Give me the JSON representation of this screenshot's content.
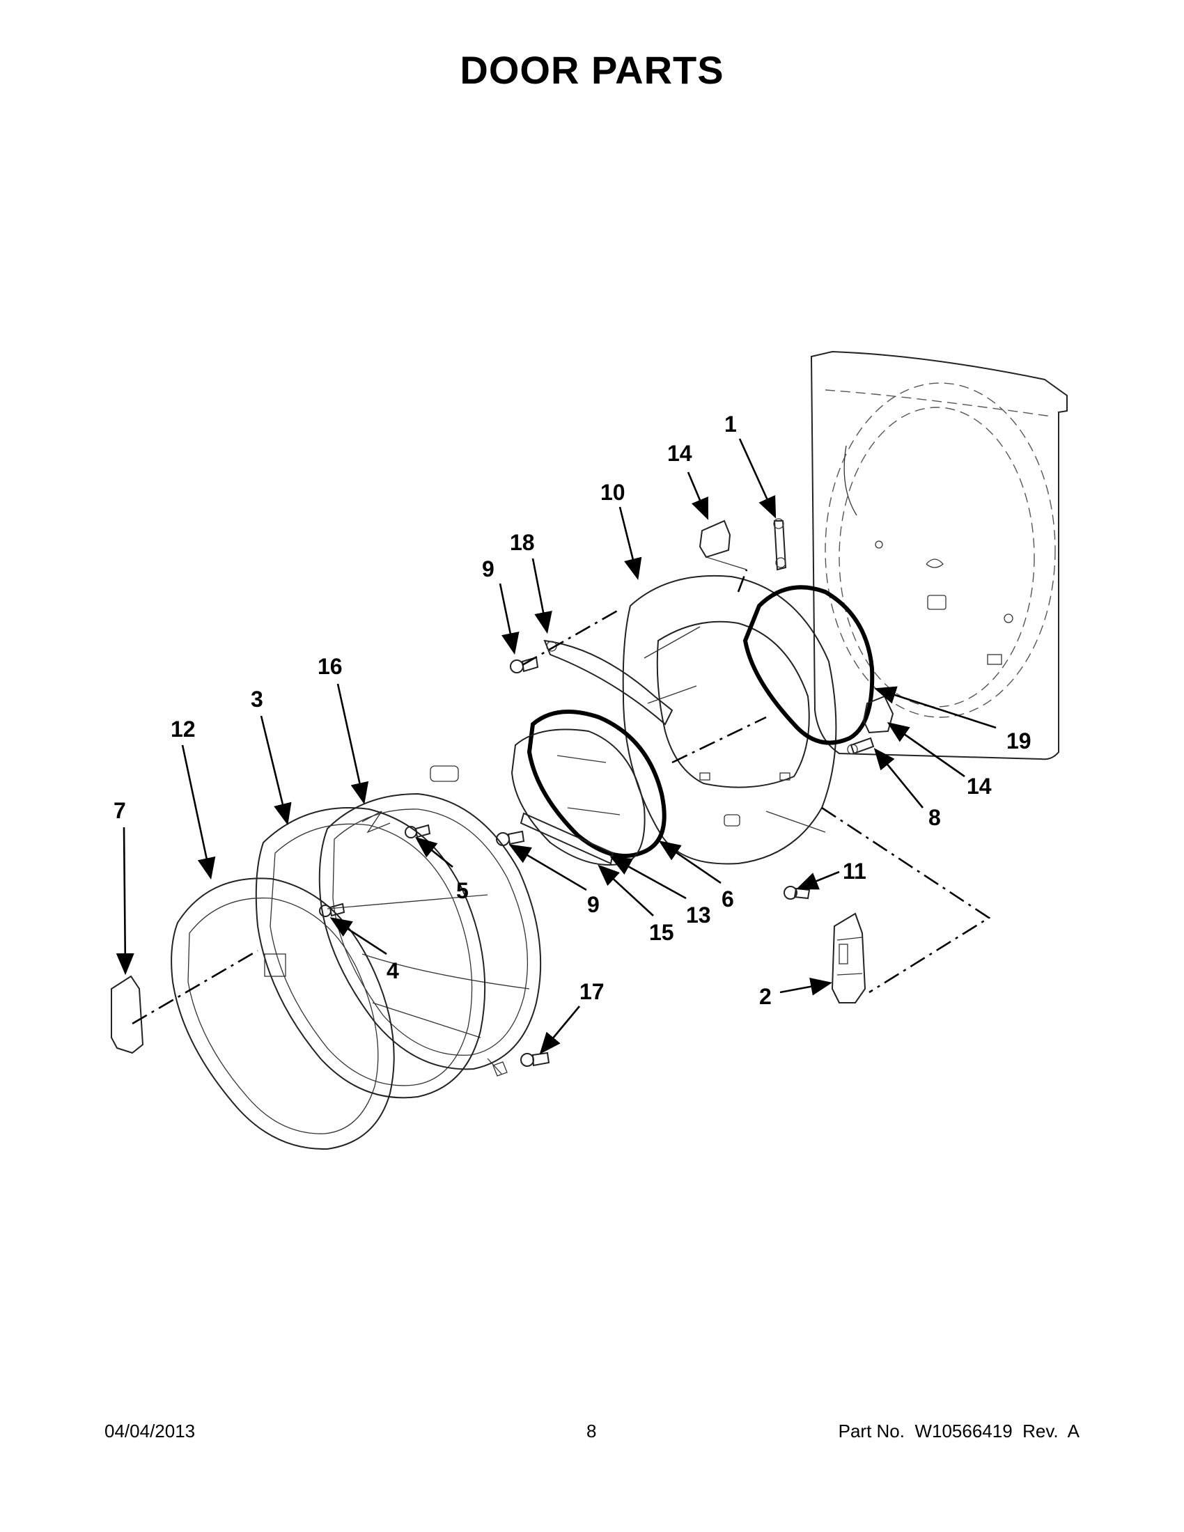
{
  "title": "DOOR PARTS",
  "callouts": [
    {
      "label": "1",
      "name": "callout-1"
    },
    {
      "label": "14",
      "name": "callout-14-top"
    },
    {
      "label": "10",
      "name": "callout-10"
    },
    {
      "label": "18",
      "name": "callout-18"
    },
    {
      "label": "9",
      "name": "callout-9-top"
    },
    {
      "label": "16",
      "name": "callout-16"
    },
    {
      "label": "3",
      "name": "callout-3"
    },
    {
      "label": "12",
      "name": "callout-12"
    },
    {
      "label": "7",
      "name": "callout-7"
    },
    {
      "label": "19",
      "name": "callout-19"
    },
    {
      "label": "14",
      "name": "callout-14-right"
    },
    {
      "label": "8",
      "name": "callout-8"
    },
    {
      "label": "5",
      "name": "callout-5"
    },
    {
      "label": "9",
      "name": "callout-9-bottom"
    },
    {
      "label": "6",
      "name": "callout-6"
    },
    {
      "label": "13",
      "name": "callout-13"
    },
    {
      "label": "15",
      "name": "callout-15"
    },
    {
      "label": "11",
      "name": "callout-11"
    },
    {
      "label": "4",
      "name": "callout-4"
    },
    {
      "label": "17",
      "name": "callout-17"
    },
    {
      "label": "2",
      "name": "callout-2"
    }
  ],
  "footer": {
    "date": "04/04/2013",
    "page": "8",
    "part_number": "Part No.  W10566419  Rev.  A"
  }
}
